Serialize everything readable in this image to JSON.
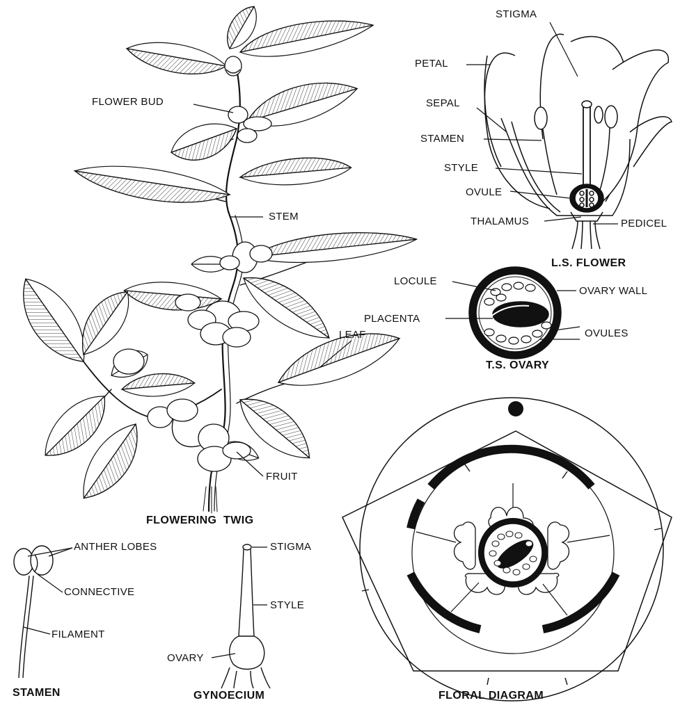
{
  "colors": {
    "ink": "#111111",
    "paper": "#ffffff"
  },
  "twig": {
    "caption": "FLOWERING  TWIG",
    "labels": {
      "flower_bud": "FLOWER BUD",
      "stem": "STEM",
      "leaf": "LEAF",
      "fruit": "FRUIT"
    }
  },
  "ls_flower": {
    "caption": "L.S. FLOWER",
    "labels": {
      "stigma": "STIGMA",
      "petal": "PETAL",
      "sepal": "SEPAL",
      "stamen": "STAMEN",
      "style": "STYLE",
      "ovule": "OVULE",
      "thalamus": "THALAMUS",
      "pedicel": "PEDICEL"
    }
  },
  "ts_ovary": {
    "caption": "T.S. OVARY",
    "labels": {
      "locule": "LOCULE",
      "ovary_wall": "OVARY WALL",
      "placenta": "PLACENTA",
      "ovules": "OVULES"
    }
  },
  "stamen": {
    "caption": "STAMEN",
    "labels": {
      "anther_lobes": "ANTHER LOBES",
      "connective": "CONNECTIVE",
      "filament": "FILAMENT"
    }
  },
  "gynoecium": {
    "caption": "GYNOECIUM",
    "labels": {
      "stigma": "STIGMA",
      "style": "STYLE",
      "ovary": "OVARY"
    }
  },
  "floral_diagram": {
    "caption": "FLORAL DIAGRAM"
  }
}
